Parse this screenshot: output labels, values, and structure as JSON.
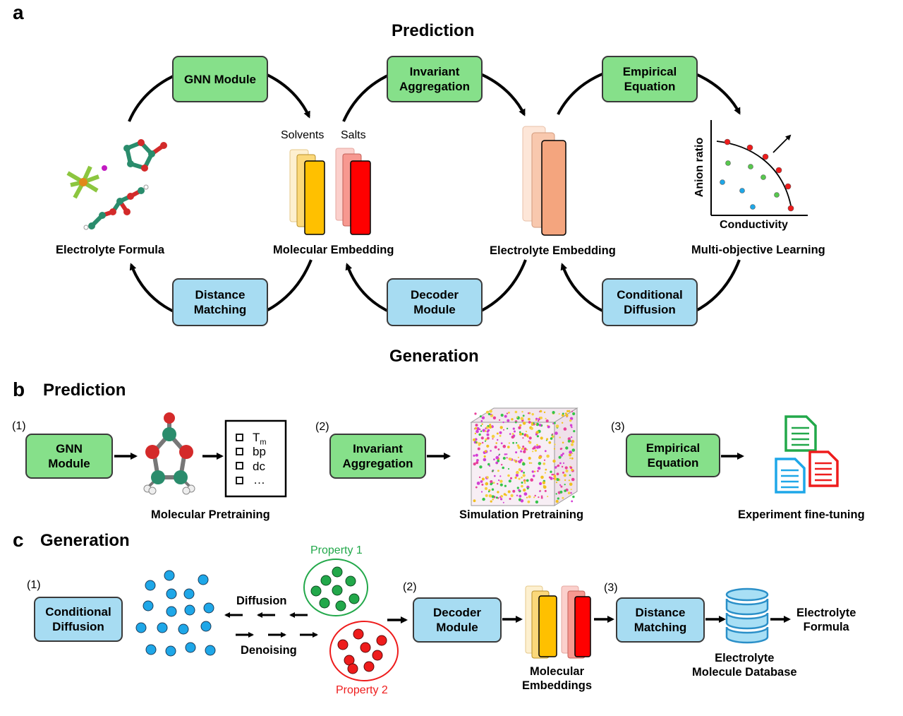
{
  "panel_a": {
    "letter": "a",
    "top_title": "Prediction",
    "bottom_title": "Generation",
    "boxes": {
      "gnn": [
        "GNN Module"
      ],
      "invariant": [
        "Invariant",
        "Aggregation"
      ],
      "empirical": [
        "Empirical",
        "Equation"
      ],
      "distance": [
        "Distance",
        "Matching"
      ],
      "decoder": [
        "Decoder",
        "Module"
      ],
      "conditional": [
        "Conditional",
        "Diffusion"
      ]
    },
    "nodes": {
      "formula": "Electrolyte Formula",
      "molecular": "Molecular Embedding",
      "electrolyte": "Electrolyte Embedding",
      "multi": "Multi-objective Learning"
    },
    "solvents": "Solvents",
    "salts": "Salts",
    "pareto": {
      "xlabel": "Conductivity",
      "ylabel": "Anion ratio"
    },
    "colors": {
      "green_box": "#86e08a",
      "blue_box": "#a7dcf2",
      "salt": "#ff0000",
      "solvent": "#ffc000",
      "electrolyte": "#f4a57e"
    }
  },
  "panel_b": {
    "letter": "b",
    "title": "Prediction",
    "steps": [
      "(1)",
      "(2)",
      "(3)"
    ],
    "gnn": [
      "GNN",
      "Module"
    ],
    "invariant": [
      "Invariant",
      "Aggregation"
    ],
    "empirical": [
      "Empirical",
      "Equation"
    ],
    "properties": {
      "tm": "T",
      "tm_sub": "m",
      "bp": "bp",
      "dc": "dc",
      "more": "…"
    },
    "labels": {
      "mol": "Molecular Pretraining",
      "sim": "Simulation Pretraining",
      "exp": "Experiment fine-tuning"
    }
  },
  "panel_c": {
    "letter": "c",
    "title": "Generation",
    "steps": [
      "(1)",
      "(2)",
      "(3)"
    ],
    "conditional": [
      "Conditional",
      "Diffusion"
    ],
    "decoder": [
      "Decoder",
      "Module"
    ],
    "distance": [
      "Distance",
      "Matching"
    ],
    "diffusion": "Diffusion",
    "denoising": "Denoising",
    "property1": "Property 1",
    "property2": "Property 2",
    "mol_emb": [
      "Molecular",
      "Embeddings"
    ],
    "database": [
      "Electrolyte",
      "Molecule Database"
    ],
    "formula": [
      "Electrolyte",
      "Formula"
    ],
    "colors": {
      "property1": "#22a84a",
      "property2": "#ee1c1c",
      "noise": "#1ea7e8"
    }
  },
  "icons": [
    "molecule-icon",
    "document-icon",
    "database-icon",
    "simulation-box-icon",
    "checklist-icon"
  ]
}
